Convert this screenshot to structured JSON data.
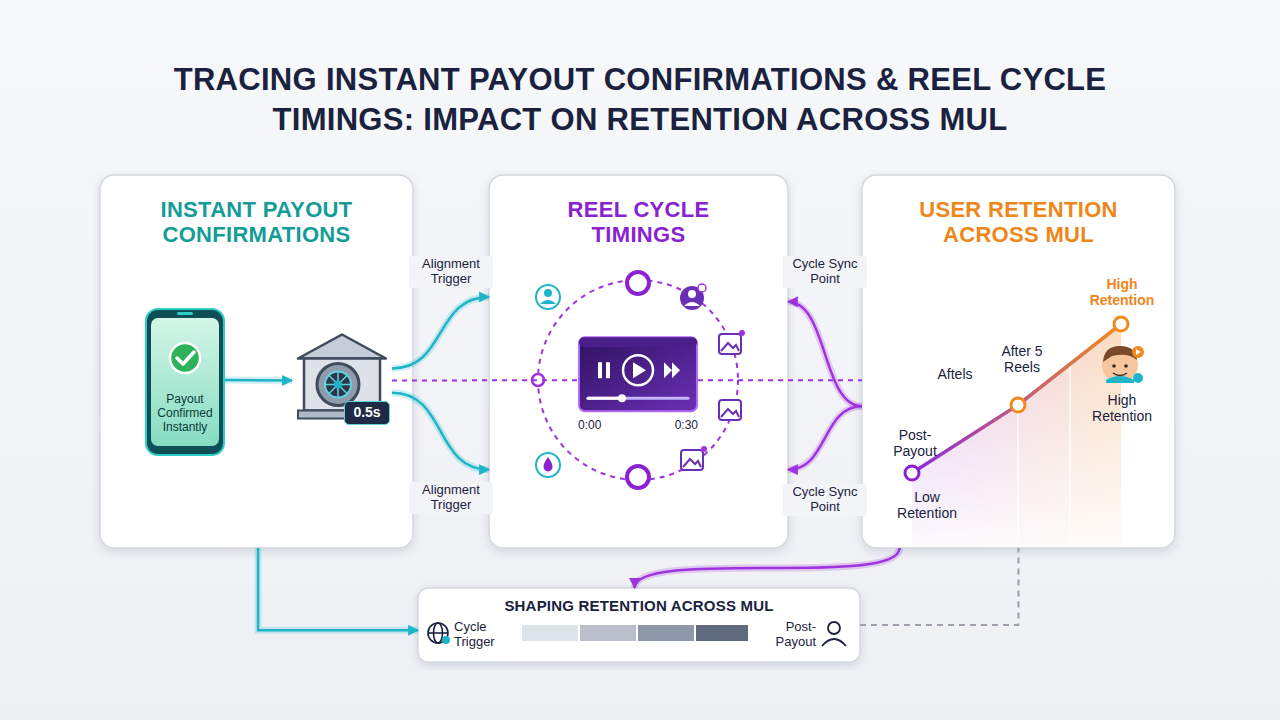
{
  "diagram": {
    "title": "TRACING INSTANT PAYOUT CONFIRMATIONS & REEL CYCLE TIMINGS: IMPACT ON RETENTION ACROSS MUL",
    "nodes": [
      {
        "text": [
          "INSTANT PAYOUT CONFIRMATIONS"
        ]
      },
      {
        "text": [
          "Payout Confirmed Instantly"
        ],
        "in": 0
      },
      {
        "text": [
          "0.5s"
        ],
        "in": 0
      },
      {
        "text": [
          "REEL CYCLE TIMINGS"
        ]
      },
      {
        "text": [
          "0:00",
          "0:30"
        ],
        "in": 3
      },
      {
        "text": [
          "USER RETENTION ACROSS MUL"
        ]
      },
      {
        "text": [
          "SHAPING RETENTION ACROSS MUL",
          "Cycle Trigger",
          "Post- Payout"
        ]
      }
    ],
    "edges": [
      {
        "from": 1,
        "to": 2,
        "arrow": "to"
      },
      {
        "from": 2,
        "to": 3,
        "label": "Alignment Trigger",
        "arrow": "to"
      },
      {
        "from": 2,
        "to": 3,
        "label": "Alignment Trigger",
        "arrow": "to"
      },
      {
        "from": 5,
        "to": 3,
        "label": "Cycle Sync Point",
        "arrow": "to"
      },
      {
        "from": 5,
        "to": 3,
        "label": "Cycle Sync Point",
        "arrow": "to"
      },
      {
        "from": 5,
        "to": 6,
        "arrow": "to"
      },
      {
        "from": 0,
        "to": 6,
        "arrow": "to"
      },
      {
        "from": 6,
        "to": 5,
        "arrow": "none"
      },
      {
        "from": 2,
        "to": 4,
        "arrow": "none"
      },
      {
        "from": 4,
        "to": 5,
        "arrow": "none"
      }
    ],
    "labels": [
      "High Retention",
      "After 5 Reels",
      "Aftels",
      "Post- Payout",
      "Low Retention",
      "High Retention"
    ]
  }
}
